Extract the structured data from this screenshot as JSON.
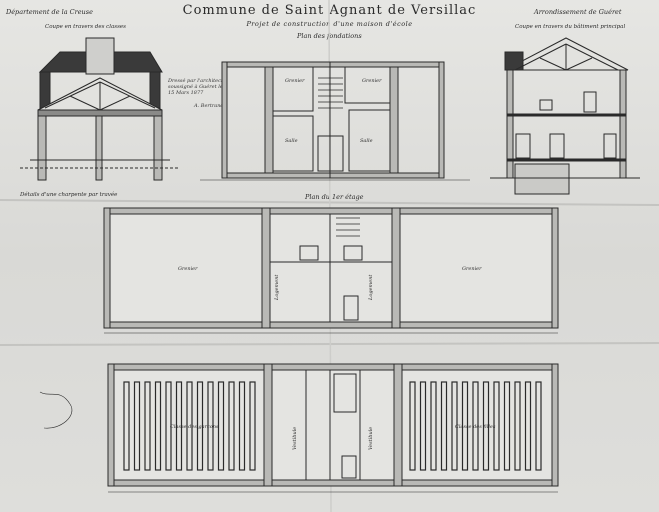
{
  "sheet": {
    "department": "Département de la Creuse",
    "arrondissement": "Arrondissement de Guéret",
    "title": "Commune de Saint Agnant de Versillac",
    "subtitle": "Projet de construction d'une maison d'école"
  },
  "views": {
    "section_left_caption": "Coupe en travers des classes",
    "section_right_caption": "Coupe en travers du bâtiment principal",
    "cellar_plan_caption": "Plan des fondations",
    "upper_floor_caption": "Plan du 1er étage",
    "framing_note": "Détails d'une charpente par travée"
  },
  "rooms": {
    "grenier": "Grenier",
    "logement": "Logement",
    "salle": "Salle",
    "classe_garcons": "Classe des garçons",
    "classe_filles": "Classe des filles",
    "vestibule": "Vestibule"
  },
  "annotations": {
    "stamp_note": "Dressé par l'architecte soussigné à Guéret le 15 Mars 1877",
    "signature": "A. Bertrand"
  },
  "colors": {
    "paper": "#dcdcda",
    "ink": "#2a2a2a",
    "wall_fill": "#b9b9b6",
    "dark_roof": "#3a3a3a"
  }
}
